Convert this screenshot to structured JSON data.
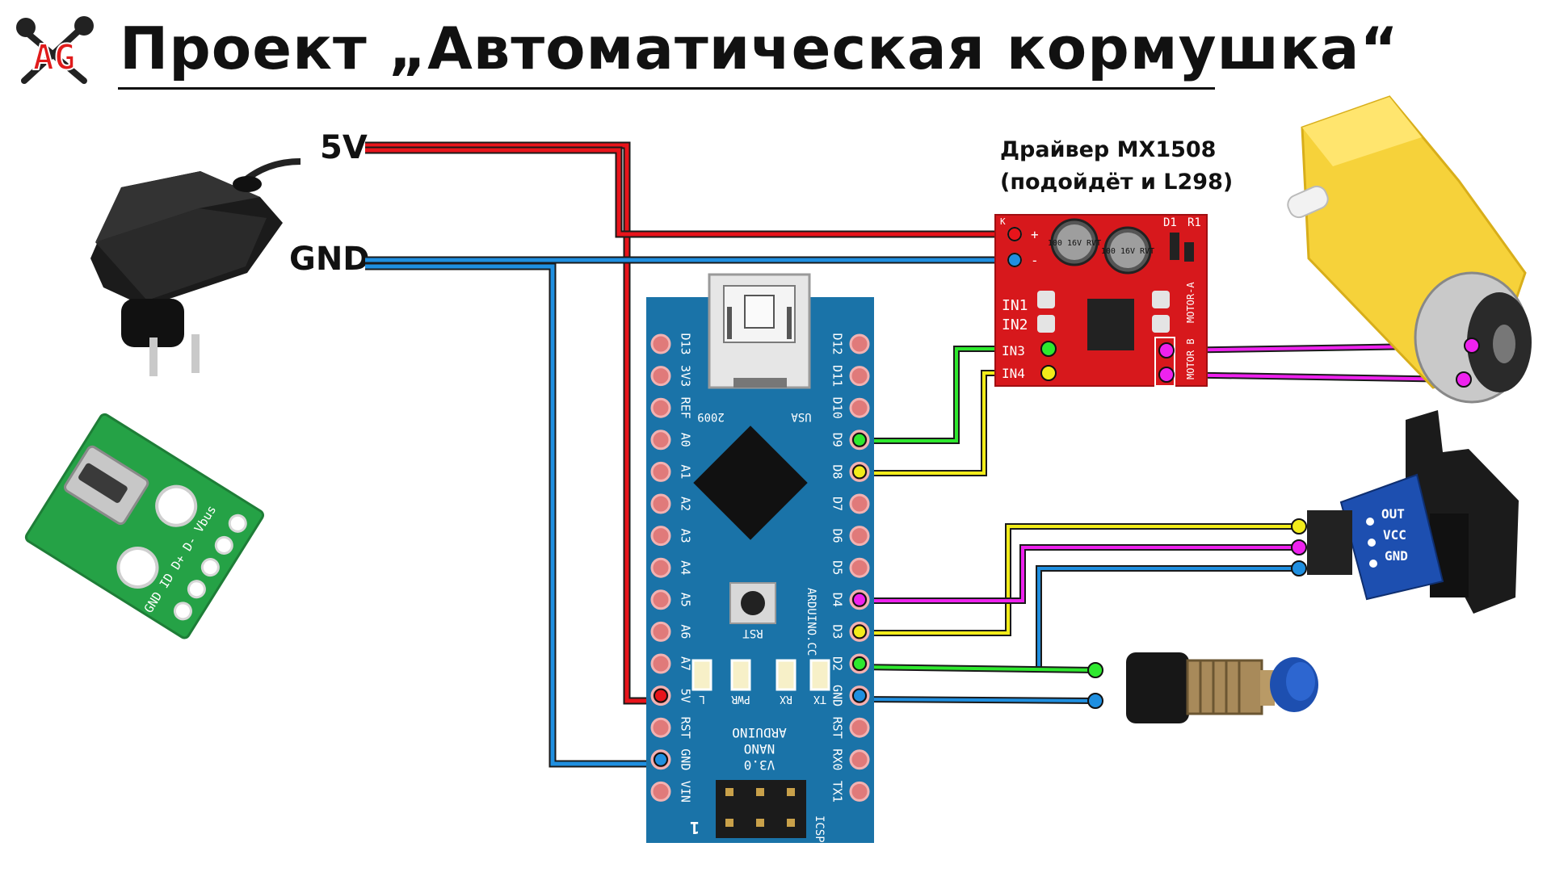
{
  "header": {
    "title": "Проект „Автоматическая кормушка“",
    "logo_text": "AG"
  },
  "power": {
    "v5_label": "5V",
    "gnd_label": "GND"
  },
  "driver": {
    "caption_line1": "Драйвер MX1508",
    "caption_line2": "(подойдёт и L298)",
    "pin_plus": "+",
    "pin_minus": "-",
    "pin_in1": "IN1",
    "pin_in2": "IN2",
    "pin_in3": "IN3",
    "pin_in4": "IN4",
    "motor_a": "MOTOR-A",
    "motor_b": "MOTOR B",
    "cap_text": "100 16V RVT",
    "d1": "D1",
    "r1": "R1",
    "k": "K"
  },
  "arduino": {
    "left_pins": [
      "D13",
      "3V3",
      "REF",
      "A0",
      "A1",
      "A2",
      "A3",
      "A4",
      "A5",
      "A6",
      "A7",
      "5V",
      "RST",
      "GND",
      "VIN"
    ],
    "right_pins": [
      "D12",
      "D11",
      "D10",
      "D9",
      "D8",
      "D7",
      "D6",
      "D5",
      "D4",
      "D3",
      "D2",
      "GND",
      "RST",
      "RX0",
      "TX1"
    ],
    "leds": [
      "L",
      "PWR",
      "RX",
      "TX"
    ],
    "board_name_lines": [
      "ARDUINO",
      "NANO",
      "V3.0"
    ],
    "site": "ARDUINO.CC",
    "rst_label": "RST",
    "icsp_label": "ICSP",
    "year": "2009",
    "country": "USA",
    "one": "1"
  },
  "sensor": {
    "pin_out": "OUT",
    "pin_vcc": "VCC",
    "pin_gnd": "GND"
  },
  "usb_board": {
    "silk": "GND ID D+ D- Vbus"
  },
  "colors": {
    "red_wire": "#e8141b",
    "blue_wire": "#1f8fe0",
    "green_wire": "#2ee82e",
    "yellow_wire": "#f2ec1a",
    "magenta_wire": "#ee22ee",
    "nano_board": "#1a73a8",
    "driver_board": "#d7181c",
    "motor_yellow": "#f6d23a",
    "sensor_blue": "#1d4fb0"
  },
  "icons": [
    "power-adapter-icon",
    "micro-usb-board-icon",
    "gear-motor-icon",
    "optical-endstop-icon",
    "push-button-icon",
    "logo-icon"
  ]
}
